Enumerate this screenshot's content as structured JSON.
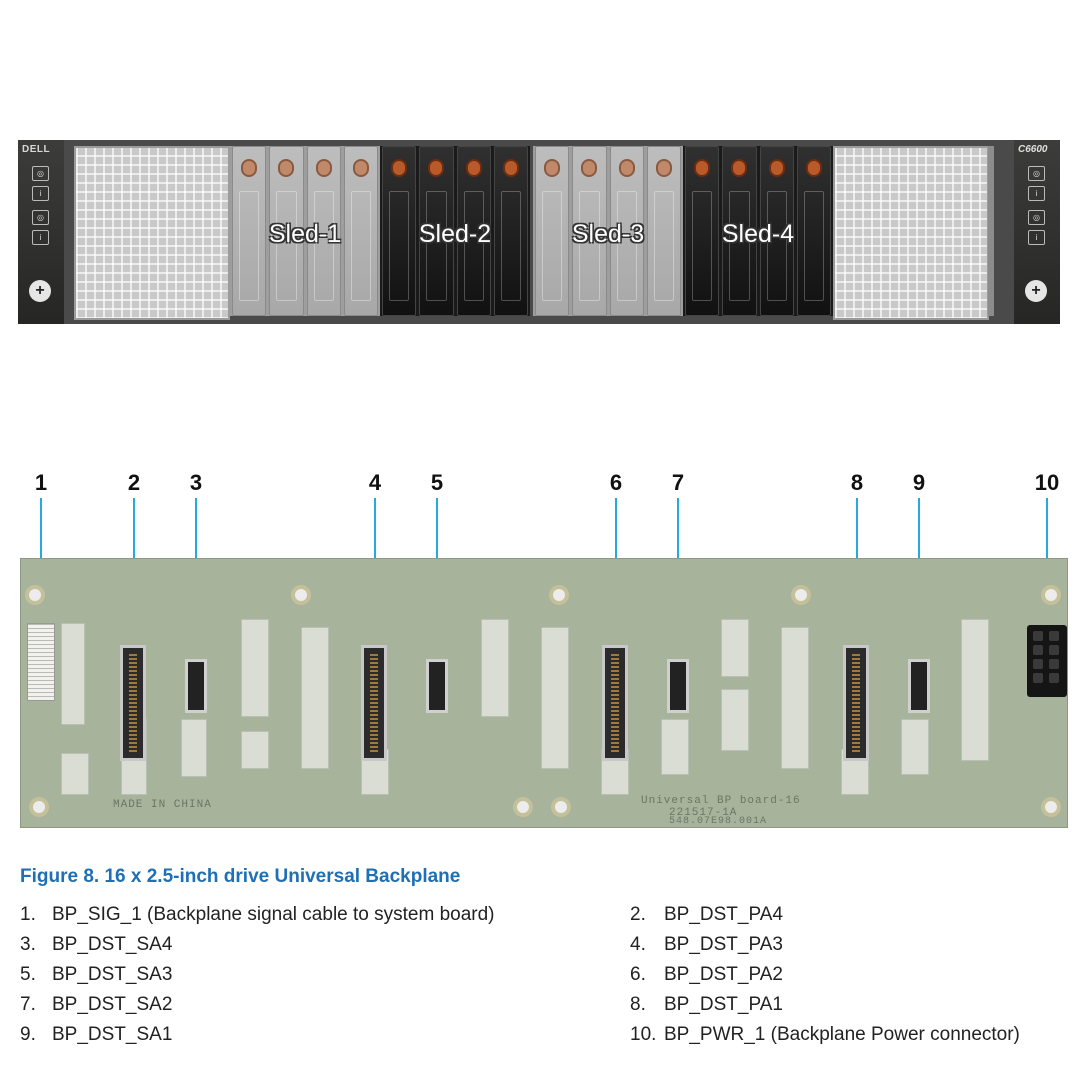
{
  "chassis": {
    "brand": "DELL",
    "model": "C6600",
    "sleds": [
      {
        "label": "Sled-1",
        "style": "grey"
      },
      {
        "label": "Sled-2",
        "style": "black"
      },
      {
        "label": "Sled-3",
        "style": "grey"
      },
      {
        "label": "Sled-4",
        "style": "black"
      }
    ]
  },
  "backplane": {
    "callouts": [
      "1",
      "2",
      "3",
      "4",
      "5",
      "6",
      "7",
      "8",
      "9",
      "10"
    ],
    "silkscreen": {
      "made_in": "MADE IN CHINA",
      "board_name": "Universal BP board-16",
      "part_line1": "221517-1A",
      "part_line2": "548.07E98.001A"
    }
  },
  "caption": "Figure 8. 16 x 2.5-inch drive Universal Backplane",
  "legend": [
    {
      "num": "1.",
      "text": "BP_SIG_1 (Backplane signal cable to system board)"
    },
    {
      "num": "2.",
      "text": "BP_DST_PA4"
    },
    {
      "num": "3.",
      "text": "BP_DST_SA4"
    },
    {
      "num": "4.",
      "text": "BP_DST_PA3"
    },
    {
      "num": "5.",
      "text": "BP_DST_SA3"
    },
    {
      "num": "6.",
      "text": "BP_DST_PA2"
    },
    {
      "num": "7.",
      "text": "BP_DST_SA2"
    },
    {
      "num": "8.",
      "text": "BP_DST_PA1"
    },
    {
      "num": "9.",
      "text": "BP_DST_SA1"
    },
    {
      "num": "10.",
      "text": "BP_PWR_1 (Backplane Power connector)"
    }
  ],
  "colors": {
    "caption": "#1f6fb5",
    "leader": "#26a9e0",
    "board": "#a8b39c"
  }
}
